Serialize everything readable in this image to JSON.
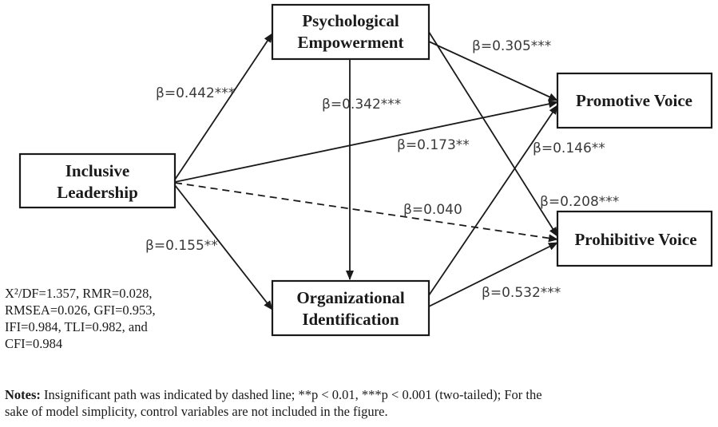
{
  "nodes": {
    "inclusive_leadership": [
      "Inclusive",
      "Leadership"
    ],
    "psychological_empowerment": [
      "Psychological",
      "Empowerment"
    ],
    "organizational_identification": [
      "Organizational",
      "Identification"
    ],
    "promotive_voice": [
      "Promotive Voice"
    ],
    "prohibitive_voice": [
      "Prohibitive Voice"
    ]
  },
  "paths": [
    {
      "from": "Inclusive Leadership",
      "to": "Psychological Empowerment",
      "label": "β=0.442***",
      "significant": true
    },
    {
      "from": "Psychological Empowerment",
      "to": "Organizational Identification",
      "label": "β=0.342***",
      "significant": true
    },
    {
      "from": "Psychological Empowerment",
      "to": "Promotive Voice",
      "label": "β=0.305***",
      "significant": true
    },
    {
      "from": "Inclusive Leadership",
      "to": "Promotive Voice",
      "label": "β=0.173**",
      "significant": true
    },
    {
      "from": "Organizational Identification",
      "to": "Promotive Voice",
      "label": "β=0.146**",
      "significant": true
    },
    {
      "from": "Psychological Empowerment",
      "to": "Prohibitive Voice",
      "label": "β=0.208***",
      "significant": true
    },
    {
      "from": "Inclusive Leadership",
      "to": "Prohibitive Voice",
      "label": "β=0.040",
      "significant": false
    },
    {
      "from": "Inclusive Leadership",
      "to": "Organizational Identification",
      "label": "β=0.155**",
      "significant": true
    },
    {
      "from": "Organizational Identification",
      "to": "Prohibitive Voice",
      "label": "β=0.532***",
      "significant": true
    }
  ],
  "fit_stats": [
    "X²/DF=1.357, RMR=0.028,",
    "RMSEA=0.026, GFI=0.953,",
    "IFI=0.984, TLI=0.982, and",
    "CFI=0.984"
  ],
  "notes": {
    "label": "Notes:",
    "line1": " Insignificant path was indicated by dashed line; **p < 0.01, ***p < 0.001 (two-tailed); For the",
    "line2": "sake of model simplicity, control variables are not included in the figure."
  }
}
